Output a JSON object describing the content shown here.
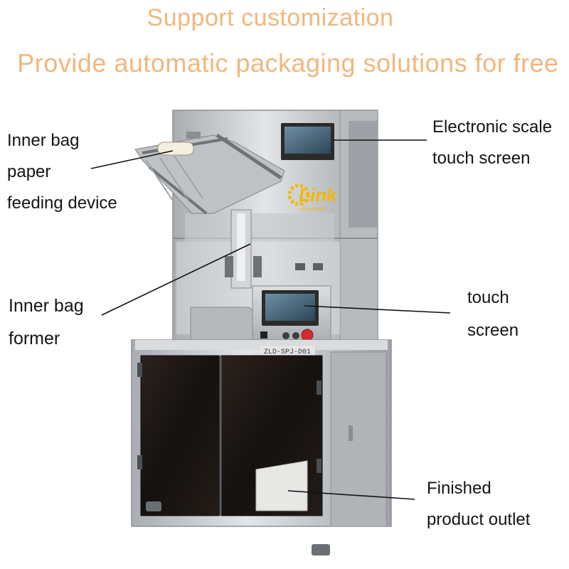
{
  "headline": {
    "line1": "Support customization",
    "line2": "Provide automatic packaging solutions for free"
  },
  "callouts": {
    "inner_bag_paper_feeding": [
      "Inner bag",
      "paper",
      "feeding device"
    ],
    "inner_bag_former": [
      "Inner bag",
      "former"
    ],
    "electronic_scale": [
      "Electronic scale",
      "touch screen"
    ],
    "touch_screen": [
      "touch",
      "screen"
    ],
    "finished_outlet": [
      "Finished",
      "product outlet"
    ]
  },
  "machine": {
    "logo_text": "Link",
    "logo_subtext": "MACHINERY",
    "model_plate": "ZLD-SPJ-D01"
  },
  "colors": {
    "headline": "#f0b77e",
    "steel": "#c9cbcd",
    "dark_glass": "#1a1512",
    "logo": "#f2b800"
  }
}
